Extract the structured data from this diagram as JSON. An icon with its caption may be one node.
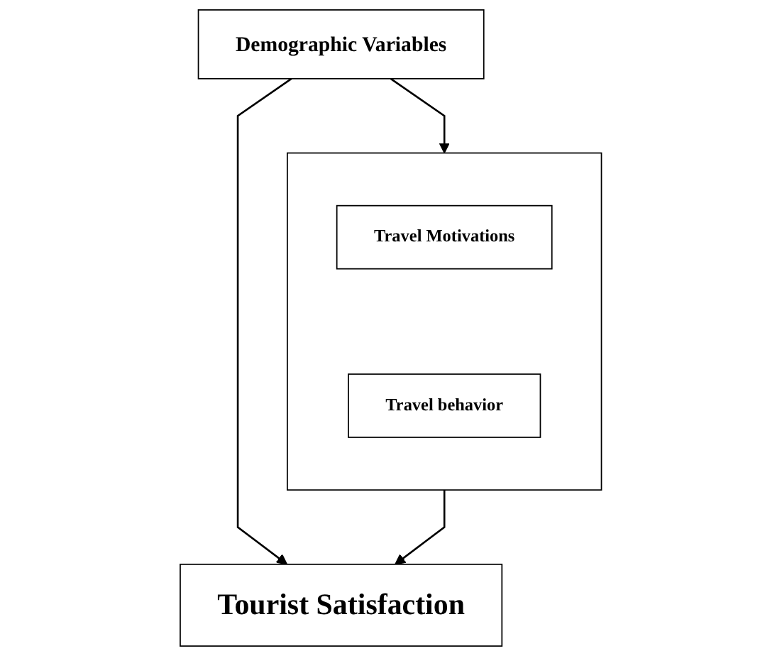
{
  "diagram": {
    "nodes": [
      {
        "text": [
          "Demographic Variables"
        ]
      },
      {
        "text": [],
        "shape": "box"
      },
      {
        "text": [
          "Travel Motivations"
        ],
        "in": 1
      },
      {
        "text": [
          "Travel behavior"
        ],
        "in": 1
      },
      {
        "text": [
          "Tourist Satisfaction"
        ]
      }
    ],
    "edges": [
      {
        "from": 0,
        "to": 1,
        "arrow": "to"
      },
      {
        "from": 0,
        "to": 4,
        "arrow": "to"
      },
      {
        "from": 1,
        "to": 4,
        "arrow": "to"
      }
    ]
  }
}
